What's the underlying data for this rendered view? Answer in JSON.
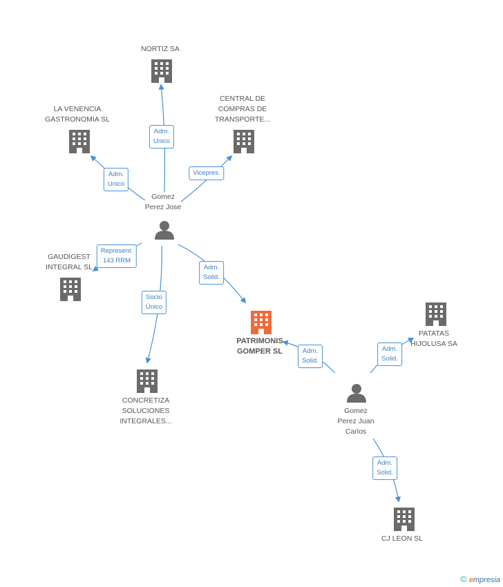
{
  "colors": {
    "edge": "#4a90d9",
    "building": "#6b6b6b",
    "center": "#f06a3a",
    "person": "#6b6b6b"
  },
  "nodes": [
    {
      "id": "nortiz",
      "label": "NORTIZ SA",
      "icon": "building-icon"
    },
    {
      "id": "venencia",
      "label": "LA VENENCIA\nGASTRONOMIA SL",
      "icon": "building-icon"
    },
    {
      "id": "central",
      "label": "CENTRAL DE\nCOMPRAS DE\nTRANSPORTE...",
      "icon": "building-icon"
    },
    {
      "id": "gomez_jose",
      "label": "Gomez\nPerez Jose",
      "icon": "person-icon"
    },
    {
      "id": "gaudigest",
      "label": "GAUDIGEST\nINTEGRAL SL",
      "icon": "building-icon"
    },
    {
      "id": "patrimonis",
      "label": "PATRIMONIS\nGOMPER SL",
      "icon": "building-icon-highlight"
    },
    {
      "id": "patatas",
      "label": "PATATAS\nHIJOLUSA SA",
      "icon": "building-icon"
    },
    {
      "id": "concretiza",
      "label": "CONCRETIZA\nSOLUCIONES\nINTEGRALES...",
      "icon": "building-icon"
    },
    {
      "id": "gomez_juan",
      "label": "Gomez\nPerez Juan\nCarlos",
      "icon": "person-icon"
    },
    {
      "id": "cjleon",
      "label": "CJ LEON  SL",
      "icon": "building-icon"
    }
  ],
  "edges": [
    {
      "label": "Adm.\nUnico"
    },
    {
      "label": "Adm.\nUnico"
    },
    {
      "label": "Vicepres."
    },
    {
      "label": "Represent.\n143 RRM"
    },
    {
      "label": "Adm.\nSolid."
    },
    {
      "label": "Socio\nÚnico"
    },
    {
      "label": "Adm.\nSolid."
    },
    {
      "label": "Adm.\nSolid."
    },
    {
      "label": "Adm.\nSolid."
    }
  ],
  "watermark": {
    "copyright": "©",
    "brand_e": "e",
    "brand_rest": "mpresia"
  }
}
